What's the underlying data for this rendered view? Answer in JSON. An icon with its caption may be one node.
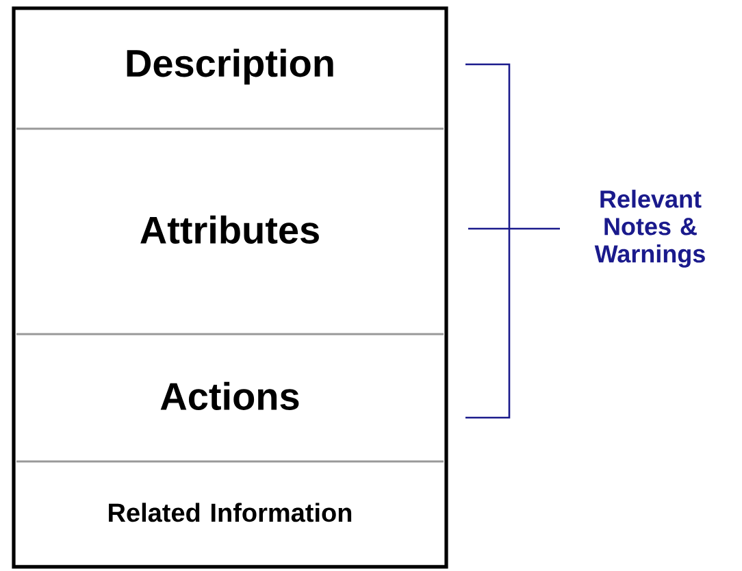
{
  "diagram": {
    "nodes": [
      {
        "text": [],
        "shape": "box"
      },
      {
        "text": [
          "Description"
        ],
        "in": 0
      },
      {
        "text": [
          "Attributes"
        ],
        "in": 0
      },
      {
        "text": [
          "Actions"
        ],
        "in": 0
      },
      {
        "text": [
          "Related Information"
        ],
        "in": 0
      }
    ],
    "labels": [
      "Relevant Notes & Warnings"
    ]
  }
}
